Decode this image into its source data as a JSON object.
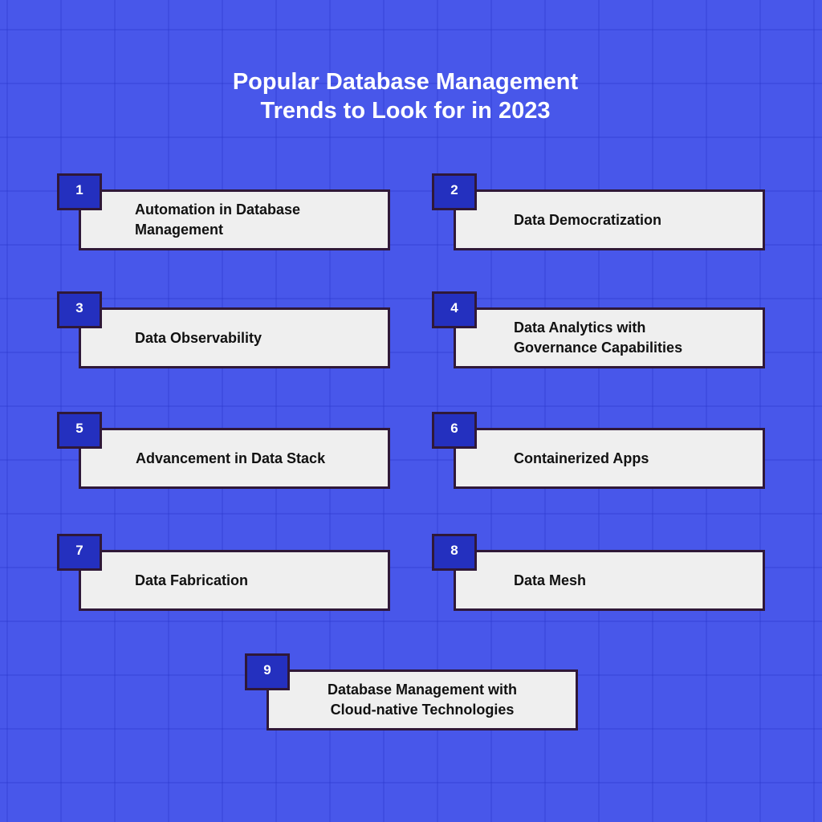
{
  "title": {
    "line1": "Popular Database Management",
    "line2": "Trends to Look for in 2023"
  },
  "colors": {
    "background": "#4857ea",
    "number_badge": "#2430bf",
    "card": "#efefef",
    "border": "#2f1838",
    "title_text": "#ffffff"
  },
  "trends": [
    {
      "number": "1",
      "label_line1": "Automation in Database",
      "label_line2": "Management"
    },
    {
      "number": "2",
      "label_line1": "Data Democratization",
      "label_line2": ""
    },
    {
      "number": "3",
      "label_line1": "Data Observability",
      "label_line2": ""
    },
    {
      "number": "4",
      "label_line1": "Data Analytics with",
      "label_line2": "Governance Capabilities"
    },
    {
      "number": "5",
      "label_line1": "Advancement in Data Stack",
      "label_line2": ""
    },
    {
      "number": "6",
      "label_line1": "Containerized Apps",
      "label_line2": ""
    },
    {
      "number": "7",
      "label_line1": "Data Fabrication",
      "label_line2": ""
    },
    {
      "number": "8",
      "label_line1": "Data Mesh",
      "label_line2": ""
    },
    {
      "number": "9",
      "label_line1": "Database Management with",
      "label_line2": "Cloud-native Technologies"
    }
  ]
}
